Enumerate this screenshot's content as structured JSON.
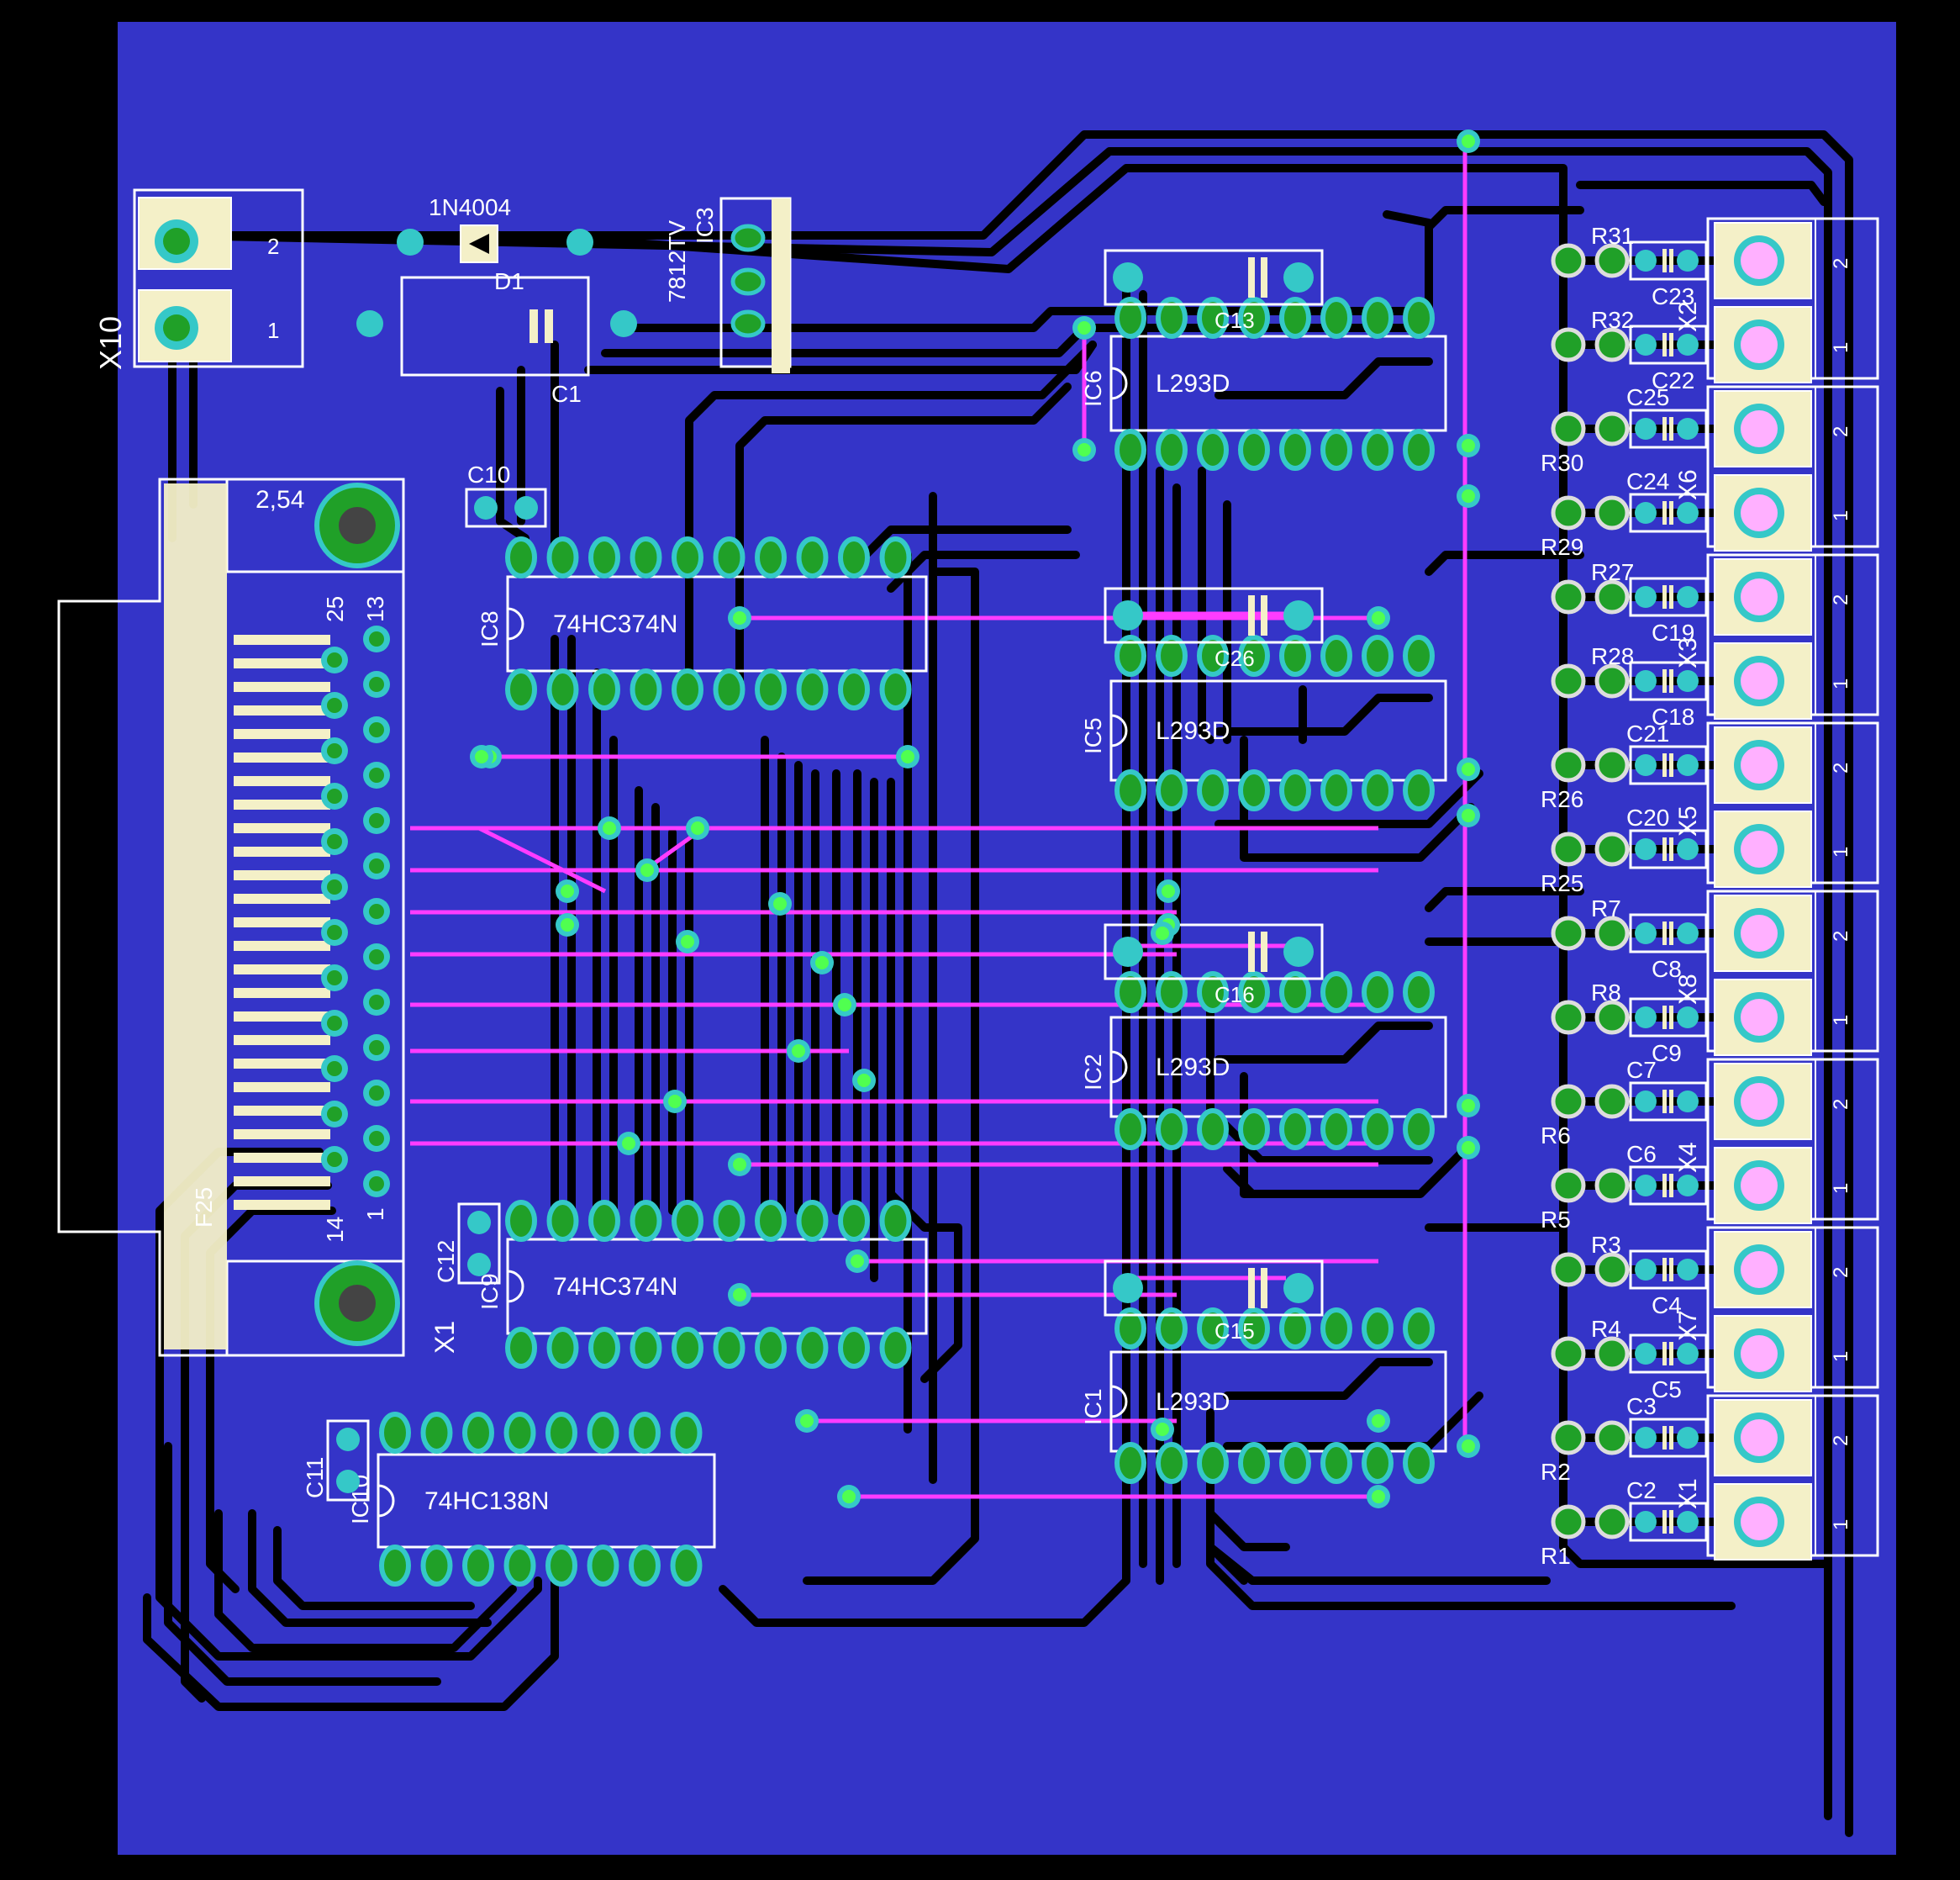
{
  "colors": {
    "background": "#000000",
    "board": "#3434c8",
    "copper_bottom": "#000000",
    "copper_top": "#ff3cff",
    "silkscreen": "#ffffff",
    "component_fill": "#f4f0c8",
    "pad_outer": "#35c8c8",
    "pad_inner": "#20a028",
    "via": "#50ff50",
    "connector_pad": "#ffb0ff"
  },
  "board": {
    "power_connector": {
      "designator": "X10",
      "pins": [
        "2",
        "1"
      ]
    },
    "diode": {
      "part": "1N4004",
      "designator": "D1"
    },
    "regulator": {
      "part": "7812TV",
      "designator": "IC3"
    },
    "caps_power": [
      {
        "designator": "C1"
      },
      {
        "designator": "C10"
      },
      {
        "designator": "C11"
      },
      {
        "designator": "C12"
      }
    ],
    "db25": {
      "designator": "X1",
      "label_f": "F25",
      "pitch": "2,54",
      "pin_labels": [
        "25",
        "13",
        "14",
        "1"
      ]
    },
    "latches": [
      {
        "designator": "IC8",
        "part": "74HC374N"
      },
      {
        "designator": "IC9",
        "part": "74HC374N"
      }
    ],
    "decoder": {
      "designator": "IC10",
      "part": "74HC138N"
    },
    "drivers": [
      {
        "designator": "IC6",
        "part": "L293D",
        "cap": "C13"
      },
      {
        "designator": "IC5",
        "part": "L293D",
        "cap": "C26"
      },
      {
        "designator": "IC2",
        "part": "L293D",
        "cap": "C16"
      },
      {
        "designator": "IC1",
        "part": "L293D",
        "cap": "C15"
      }
    ],
    "resistor_rows": [
      {
        "r": "R31",
        "c": "C23",
        "side": "top"
      },
      {
        "r": "R32",
        "c": "C22",
        "side": "top"
      },
      {
        "r": "R30",
        "c": "C25",
        "side": "bottom"
      },
      {
        "r": "R29",
        "c": "C24",
        "side": "bottom"
      },
      {
        "r": "R27",
        "c": "C19",
        "side": "top"
      },
      {
        "r": "R28",
        "c": "C18",
        "side": "top"
      },
      {
        "r": "R26",
        "c": "C21",
        "side": "bottom"
      },
      {
        "r": "R25",
        "c": "C20",
        "side": "bottom"
      },
      {
        "r": "R7",
        "c": "C8",
        "side": "top"
      },
      {
        "r": "R8",
        "c": "C9",
        "side": "top"
      },
      {
        "r": "R6",
        "c": "C7",
        "side": "bottom"
      },
      {
        "r": "R5",
        "c": "C6",
        "side": "bottom"
      },
      {
        "r": "R3",
        "c": "C4",
        "side": "top"
      },
      {
        "r": "R4",
        "c": "C5",
        "side": "top"
      },
      {
        "r": "R2",
        "c": "C3",
        "side": "bottom"
      },
      {
        "r": "R1",
        "c": "C2",
        "side": "bottom"
      }
    ],
    "terminal_blocks": [
      {
        "designator": "X2",
        "pins": [
          "2",
          "1"
        ]
      },
      {
        "designator": "X6",
        "pins": [
          "2",
          "1"
        ]
      },
      {
        "designator": "X3",
        "pins": [
          "2",
          "1"
        ]
      },
      {
        "designator": "X5",
        "pins": [
          "2",
          "1"
        ]
      },
      {
        "designator": "X8",
        "pins": [
          "2",
          "1"
        ]
      },
      {
        "designator": "X4",
        "pins": [
          "2",
          "1"
        ]
      },
      {
        "designator": "X7",
        "pins": [
          "2",
          "1"
        ]
      },
      {
        "designator": "X1",
        "pins": [
          "2",
          "1"
        ]
      }
    ]
  }
}
